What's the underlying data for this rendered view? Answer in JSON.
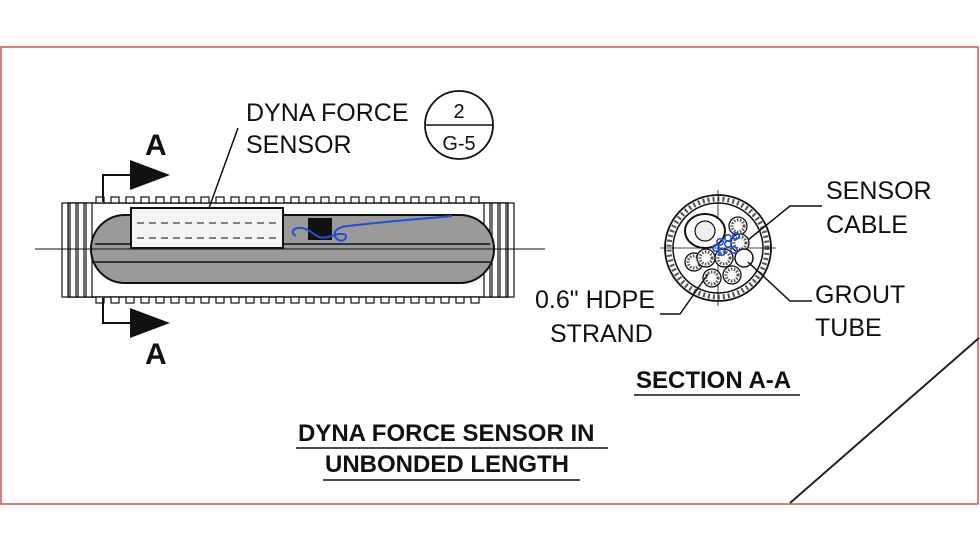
{
  "colors": {
    "frame": "#d9534f",
    "line": "#111111",
    "duct_fill": "#9a9a9a",
    "sensor_cable": "#1f4fd6",
    "background": "#ffffff"
  },
  "labels": {
    "sensor_line1": "DYNA FORCE",
    "sensor_line2": "SENSOR",
    "ref_top": "2",
    "ref_bottom": "G-5",
    "cut_top": "A",
    "cut_bottom": "A",
    "sensor_cable_line1": "SENSOR",
    "sensor_cable_line2": "CABLE",
    "grout_line1": "GROUT",
    "grout_line2": "TUBE",
    "strand_line1": "0.6\" HDPE",
    "strand_line2": "STRAND",
    "section_title": "SECTION A-A",
    "main_title_line1": "DYNA FORCE SENSOR IN",
    "main_title_line2": "UNBONDED LENGTH"
  },
  "icons": {
    "section_arrow_top": "section-arrow-icon",
    "section_arrow_bottom": "section-arrow-icon",
    "detail_reference": "detail-callout-circle-icon"
  }
}
